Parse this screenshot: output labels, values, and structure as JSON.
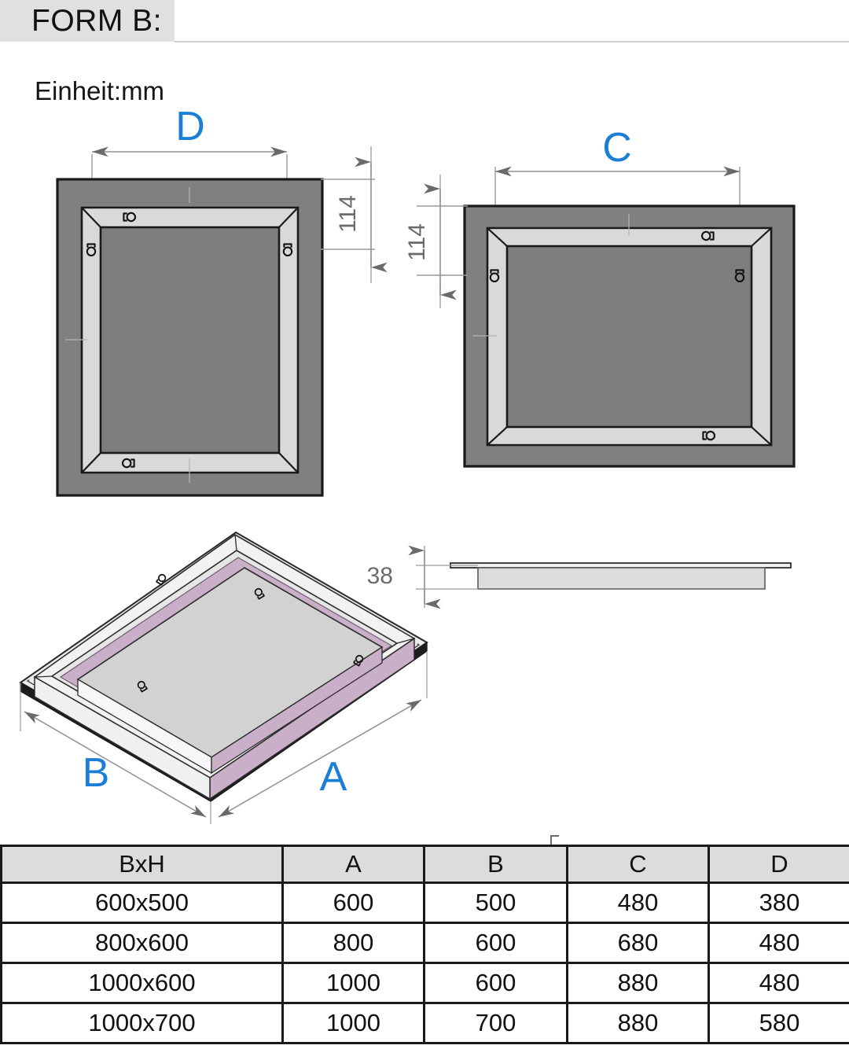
{
  "header": {
    "title": "FORM B:",
    "unit_label": "Einheit:mm"
  },
  "views": {
    "front_portrait": {
      "name": "portrait-frame-view",
      "width_dim_label": "D",
      "edge_dim_value": "114"
    },
    "front_landscape": {
      "name": "landscape-frame-view",
      "width_dim_label": "C",
      "edge_dim_value": "114"
    },
    "isometric": {
      "name": "isometric-panel-view",
      "length_dim_label": "A",
      "depth_dim_label": "B"
    },
    "side_profile": {
      "name": "side-profile-view",
      "thickness_dim_value": "38"
    }
  },
  "table": {
    "headers": [
      "BxH",
      "A",
      "B",
      "C",
      "D"
    ],
    "rows": [
      [
        "600x500",
        "600",
        "500",
        "480",
        "380"
      ],
      [
        "800x600",
        "800",
        "600",
        "680",
        "480"
      ],
      [
        "1000x600",
        "1000",
        "600",
        "880",
        "480"
      ],
      [
        "1000x700",
        "1000",
        "700",
        "880",
        "580"
      ]
    ]
  },
  "colors": {
    "accent_blue": "#1c7fd6",
    "dim_grey": "#6b6b6b",
    "frame_outer_grey": "#808080",
    "frame_inner_grey": "#7d7d7d",
    "bevel_light": "#d9d9d9",
    "header_chip": "#e0e0e0",
    "table_header_fill": "#dcdcdc",
    "iso_purple": "#c9afc7",
    "iso_face": "#ebebeb",
    "iso_glass": "#d2d2d2"
  }
}
